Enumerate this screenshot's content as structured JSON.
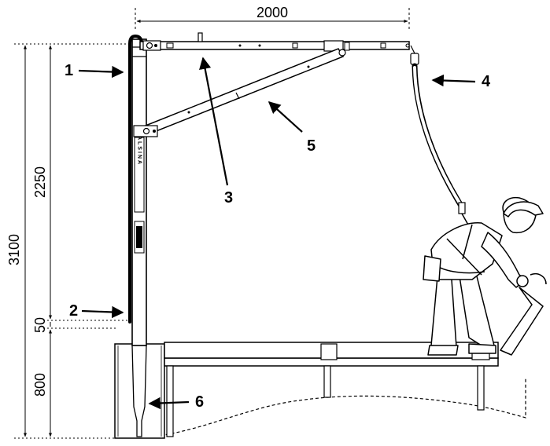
{
  "dimensions": {
    "width_top": "2000",
    "height_total": "3100",
    "height_upper": "2250",
    "gap_small": "50",
    "base_height": "800"
  },
  "callouts": [
    "1",
    "2",
    "3",
    "4",
    "5",
    "6"
  ],
  "brand_text": "ALSINA",
  "colors": {
    "line": "#000000",
    "background": "#ffffff"
  }
}
